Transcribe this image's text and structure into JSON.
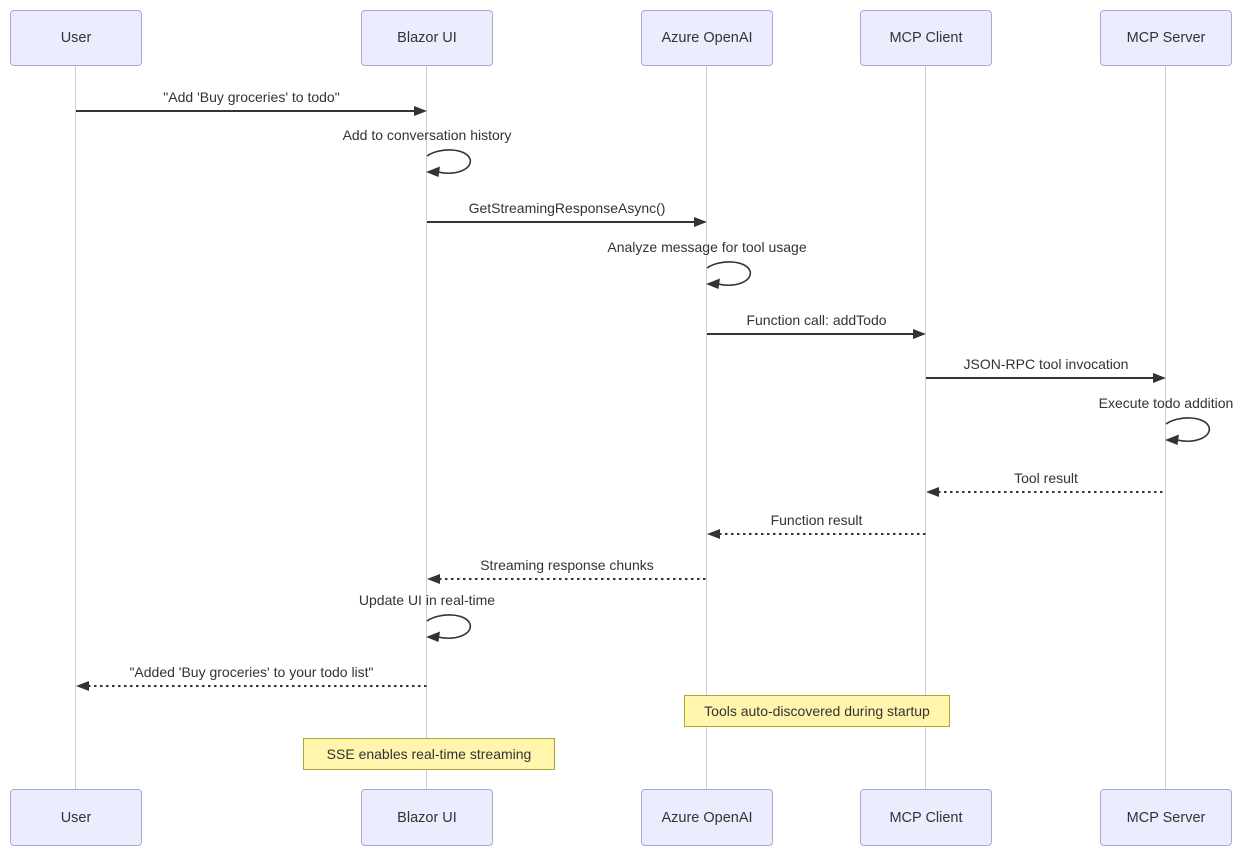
{
  "actors": [
    {
      "label": "User"
    },
    {
      "label": "Blazor UI"
    },
    {
      "label": "Azure OpenAI"
    },
    {
      "label": "MCP Client"
    },
    {
      "label": "MCP Server"
    }
  ],
  "messages": [
    {
      "label": "\"Add 'Buy groceries' to todo\"",
      "from": "User",
      "to": "Blazor UI",
      "line": "solid"
    },
    {
      "label": "Add to conversation history",
      "from": "Blazor UI",
      "to": "Blazor UI",
      "line": "self"
    },
    {
      "label": "GetStreamingResponseAsync()",
      "from": "Blazor UI",
      "to": "Azure OpenAI",
      "line": "solid"
    },
    {
      "label": "Analyze message for tool usage",
      "from": "Azure OpenAI",
      "to": "Azure OpenAI",
      "line": "self"
    },
    {
      "label": "Function call: addTodo",
      "from": "Azure OpenAI",
      "to": "MCP Client",
      "line": "solid"
    },
    {
      "label": "JSON-RPC tool invocation",
      "from": "MCP Client",
      "to": "MCP Server",
      "line": "solid"
    },
    {
      "label": "Execute todo addition",
      "from": "MCP Server",
      "to": "MCP Server",
      "line": "self"
    },
    {
      "label": "Tool result",
      "from": "MCP Server",
      "to": "MCP Client",
      "line": "dashed"
    },
    {
      "label": "Function result",
      "from": "MCP Client",
      "to": "Azure OpenAI",
      "line": "dashed"
    },
    {
      "label": "Streaming response chunks",
      "from": "Azure OpenAI",
      "to": "Blazor UI",
      "line": "dashed"
    },
    {
      "label": "Update UI in real-time",
      "from": "Blazor UI",
      "to": "Blazor UI",
      "line": "self"
    },
    {
      "label": "\"Added 'Buy groceries' to your todo list\"",
      "from": "Blazor UI",
      "to": "User",
      "line": "dashed"
    }
  ],
  "notes": [
    {
      "label": "Tools auto-discovered during startup"
    },
    {
      "label": "SSE enables real-time streaming"
    }
  ],
  "colors": {
    "background": "#FFFFFF",
    "actor_fill": "#ECECFF",
    "actor_border": "#A9A9D8",
    "lifeline": "#CCCCEA",
    "arrow": "#333333",
    "text": "#333333",
    "note_fill": "#FFF5AD",
    "note_border": "#AAAA33"
  }
}
